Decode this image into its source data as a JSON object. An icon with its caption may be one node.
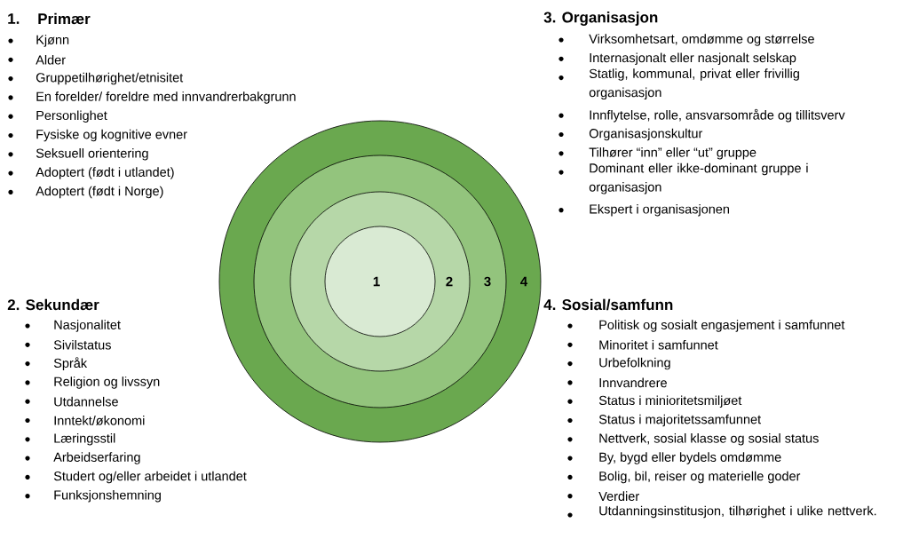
{
  "diagram": {
    "nodes": [
      {
        "text": [
          "4"
        ]
      },
      {
        "text": [
          "3"
        ],
        "in": 0
      },
      {
        "text": [
          "2"
        ],
        "in": 1
      },
      {
        "text": [
          "1"
        ],
        "in": 2
      }
    ],
    "labels": [
      "1.",
      "Primær",
      "Kjønn",
      "Alder",
      "Gruppetilhørighet/etnisitet",
      "En forelder/ foreldre med innvandrerbakgrunn",
      "Personlighet",
      "Fysiske og kognitive evner",
      "Seksuell orientering",
      "Adoptert (født i utlandet)",
      "Adoptert (født i Norge)",
      "3. Organisasjon",
      "Virksomhetsart, omdømme og størrelse",
      "Internasjonalt eller nasjonalt selskap",
      "Statlig, kommunal, privat eller frivillig organisasjon",
      "Innflytelse, rolle, ansvarsområde og tillitsverv",
      "Organisasjonskultur",
      "Tilhører “inn” eller “ut” gruppe",
      "Dominant eller ikke-dominant gruppe i organisasjon",
      "Ekspert i organisasjonen",
      "2. Sekundær",
      "Nasjonalitet",
      "Sivilstatus",
      "Språk",
      "Religion og livssyn",
      "Utdannelse",
      "Inntekt/økonomi",
      "Læringsstil",
      "Arbeidserfaring",
      "Studert og/eller arbeidet i utlandet",
      "Funksjonshemning",
      "4. Sosial/samfunn",
      "Politisk og sosialt engasjement i samfunnet",
      "Minoritet i samfunnet",
      "Urbefolkning",
      "Innvandrere",
      "Status i minioritetsmiljøet",
      "Status i majoritetssamfunnet",
      "Nettverk, sosial klasse og sosial status",
      "By, bygd eller bydels omdømme",
      "Bolig, bil, reiser og materielle goder",
      "Verdier",
      "Utdanningsinstitusjon, tilhørighet i ulike nettverk."
    ]
  }
}
